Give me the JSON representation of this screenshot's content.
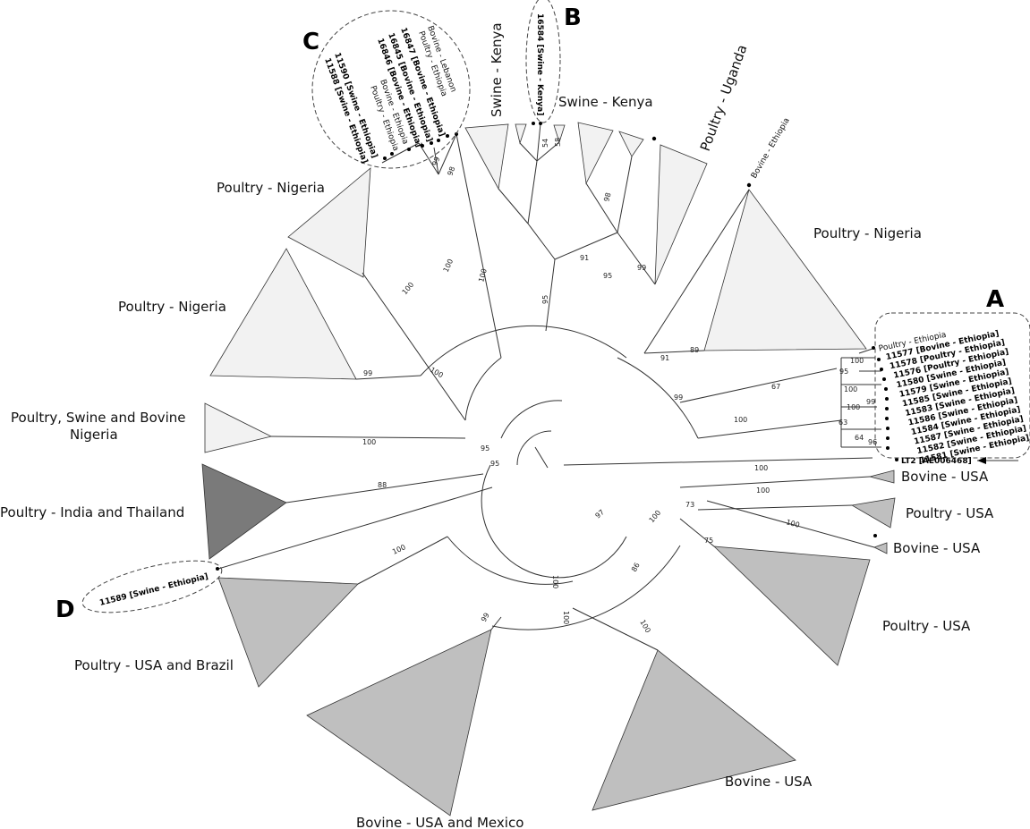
{
  "figure": {
    "letters": {
      "A": "A",
      "B": "B",
      "C": "C",
      "D": "D"
    },
    "clades": {
      "poultry_nigeria_right": "Poultry - Nigeria",
      "poultry_uganda": "Poultry - Uganda",
      "bovine_ethiopia_top": "Bovine - Ethiopia",
      "swine_kenya_1": "Swine - Kenya",
      "swine_kenya_2": "Swine - Kenya",
      "poultry_nigeria_top": "Poultry - Nigeria",
      "poultry_nigeria_left": "Poultry - Nigeria",
      "mixed_nigeria_1": "Poultry, Swine and Bovine",
      "mixed_nigeria_2": "Nigeria",
      "poultry_india_thailand": "Poultry - India and Thailand",
      "poultry_usa_brazil": "Poultry - USA and Brazil",
      "bovine_usa_mexico": "Bovine - USA and Mexico",
      "bovine_usa_bottom": "Bovine - USA",
      "poultry_usa_right": "Poultry - USA",
      "bovine_usa_1": "Bovine - USA",
      "poultry_usa_1": "Poultry - USA",
      "bovine_usa_2": "Bovine - USA"
    },
    "group_a": [
      "Poultry - Ethiopia",
      "11577 [Bovine - Ethiopia]",
      "11578 [Poultry - Ethiopia]",
      "11576 [Poultry - Ethiopia]",
      "11580 [Swine - Ethiopia]",
      "11579 [Swine - Ethiopia]",
      "11585 [Swine - Ethiopia]",
      "11583 [Swine - Ethiopia]",
      "11586 [Swine - Ethiopia]",
      "11584 [Swine - Ethiopia]",
      "11587 [Swine - Ethiopia]",
      "11582 [Swine - Ethiopia]",
      "11581 [Swine - Ethiopia]"
    ],
    "reference": "LT2 [AE006468]",
    "group_b": "16584 [Swine - Kenya]",
    "group_c": [
      "Bovine - Lebanon",
      "Poultry - Ethiopia",
      "16847 [Bovine - Ethiopia]",
      "16845 [Bovine - Ethiopia]",
      "16846 [Bovine - Ethiopia]",
      "Bovine - Ethiopia",
      "Poultry - Ethiopia",
      "11590 [Swine - Ethiopia]",
      "11588 [Swine - Ethiopia]"
    ],
    "group_d": "11589 [Swine - Ethiopia]",
    "support": {
      "s100a": "100",
      "s95a": "95",
      "s100b": "100",
      "s99a": "99",
      "s100c": "100",
      "s63": "63",
      "s64": "64",
      "s96": "96",
      "s67": "67",
      "s100d": "100",
      "s89": "89",
      "s91a": "91",
      "s99b": "99",
      "s91b": "91",
      "s95b": "95",
      "s99c": "99",
      "s98a": "98",
      "s54": "54",
      "s58": "58",
      "s95c": "95",
      "s100e": "100",
      "s98b": "98",
      "s99d": "99",
      "s100f": "100",
      "s100g": "100",
      "s100h": "100",
      "s99e": "99",
      "s100i": "100",
      "s95d": "95",
      "s95e": "95",
      "s88": "88",
      "s100j": "100",
      "s97": "97",
      "s100k": "100",
      "s100l": "100",
      "s86": "86",
      "s100m": "100",
      "s100n": "100",
      "s73": "73",
      "s75": "75",
      "s100o": "100",
      "s100p": "100",
      "s99f": "99",
      "s100q": "100"
    },
    "colors": {
      "light": "#f2f2f2",
      "mid": "#bfbfbf",
      "dark": "#7a7a7a",
      "line": "#333333"
    }
  }
}
